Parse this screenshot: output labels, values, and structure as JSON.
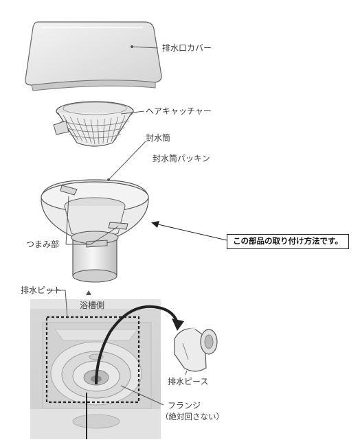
{
  "labels": {
    "drain_cover": "排水口カバー",
    "hair_catcher": "ヘアキャッチャー",
    "sealing_tube": "封水筒",
    "sealing_tube_packing": "封水筒パッキン",
    "knob": "つまみ部",
    "drain_pit": "排水ピット",
    "tub_side": "浴槽側",
    "drain_piece": "排水ピース",
    "flange": "フランジ",
    "flange_note": "（絶対回さない）"
  },
  "callout": {
    "text": "この部品の取り付け方法です。"
  },
  "colors": {
    "line": "#555555",
    "part_fill": "#e6e6e6",
    "pit_fill": "#dcdcdc",
    "callout_border": "#222222"
  }
}
